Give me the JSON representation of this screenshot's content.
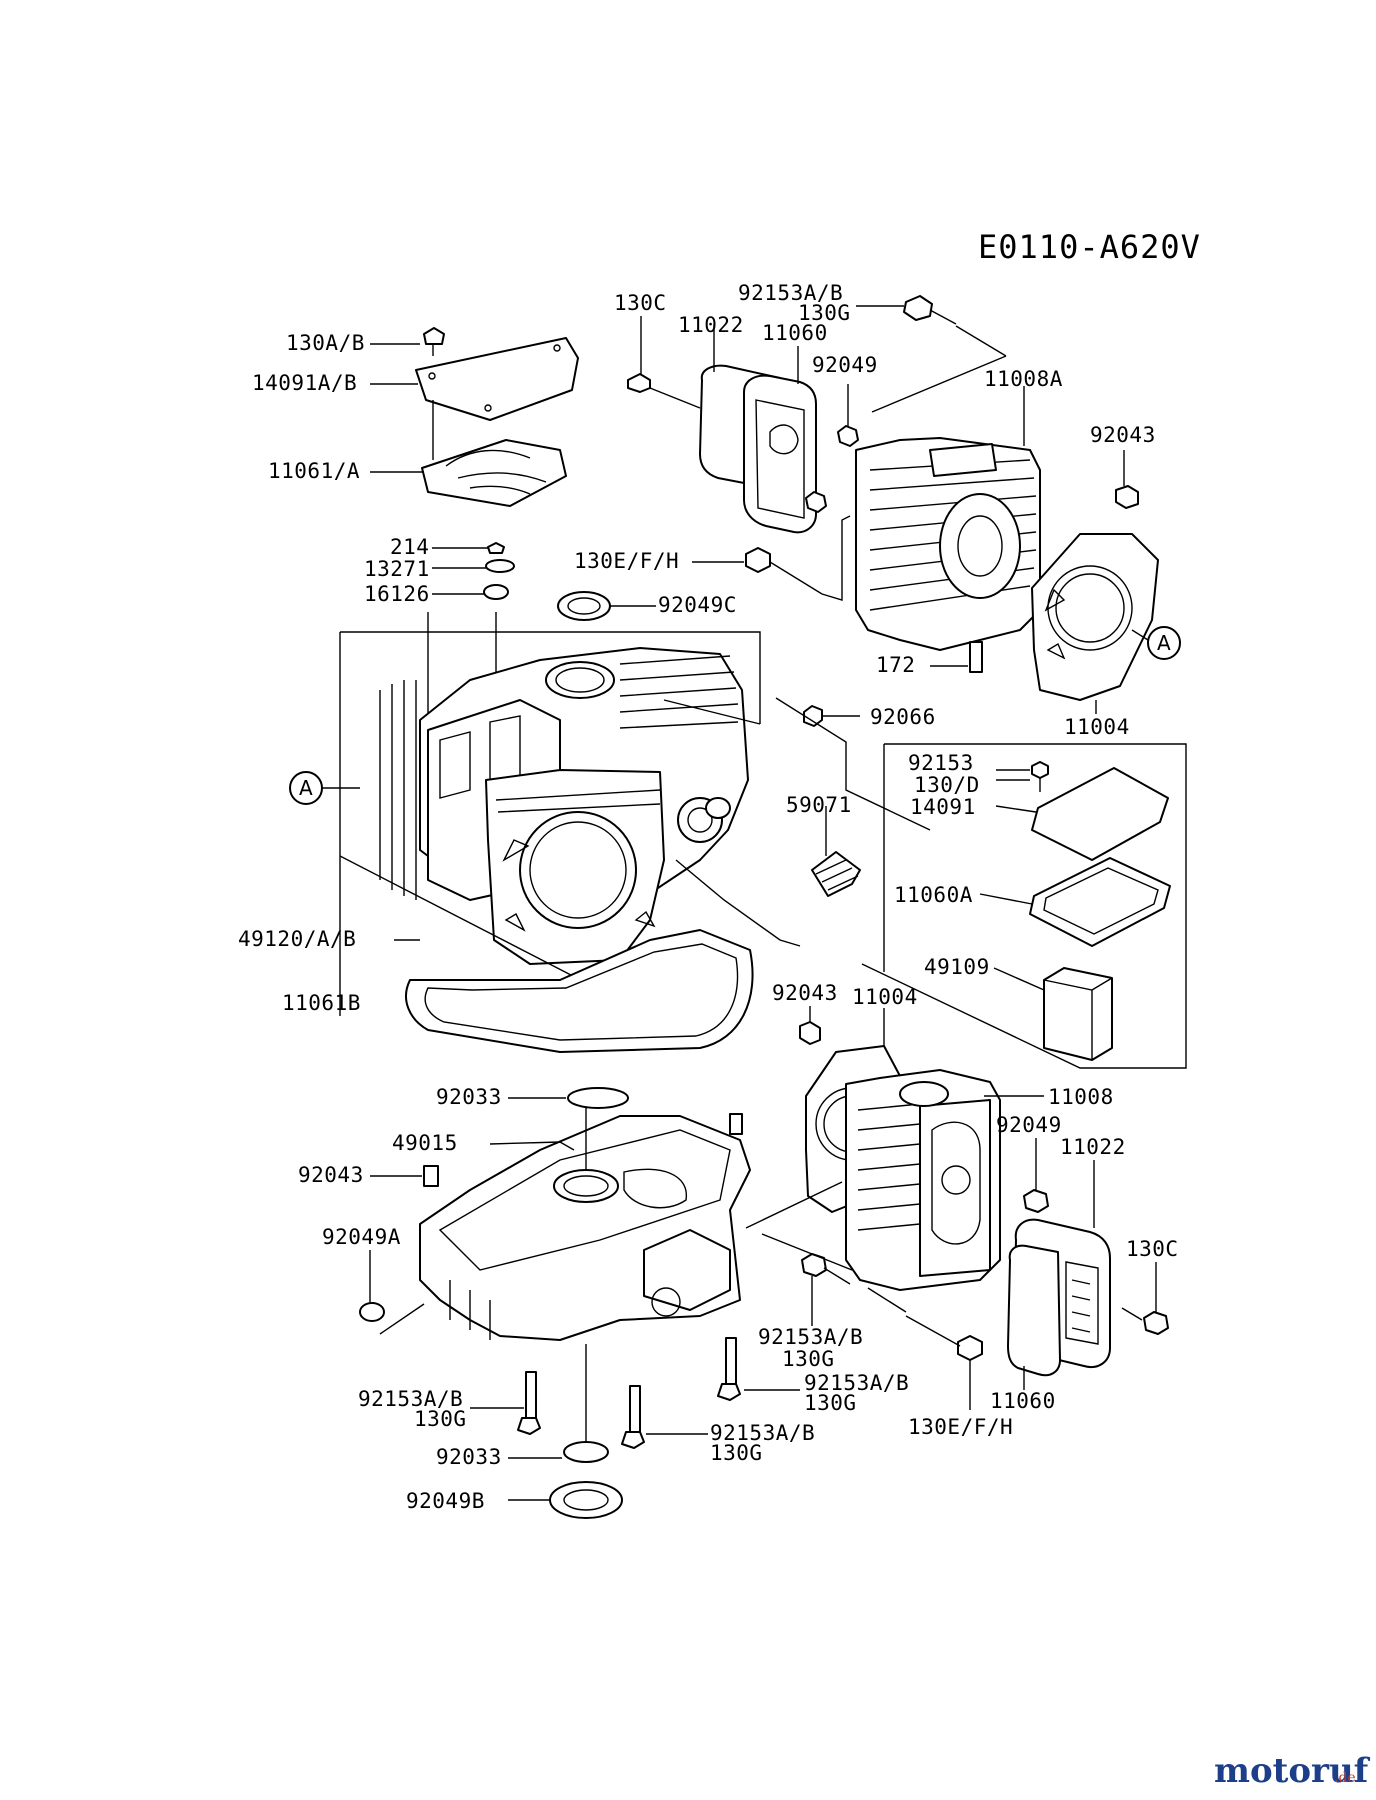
{
  "diagram_code": "E0110-A620V",
  "callout_marker": "A",
  "watermark": {
    "brand": "motoruf",
    "suffix": ".de",
    "color_main": "#1d3f8a",
    "color_accent": "#c0392b"
  },
  "labels": {
    "l130AB": "130A/B",
    "l14091AB": "14091A/B",
    "l11061A": "11061/A",
    "l214": "214",
    "l13271": "13271",
    "l16126": "16126",
    "l130C_top": "130C",
    "l11022_top": "11022",
    "l11060_top": "11060",
    "l92153AB_top": "92153A/B",
    "l130G_top": "130G",
    "l92049_top": "92049",
    "l11008A": "11008A",
    "l92043_top": "92043",
    "l130EFH_top": "130E/F/H",
    "l92049C": "92049C",
    "l172": "172",
    "l11004_top": "11004",
    "l92066": "92066",
    "l92153_box": "92153",
    "l130D_box": "130/D",
    "l14091_box": "14091",
    "l59071": "59071",
    "l11060A": "11060A",
    "l49109": "49109",
    "l49120": "49120/A/B",
    "l11061B": "11061B",
    "l92043_mid": "92043",
    "l11004_mid": "11004",
    "l11008": "11008",
    "l92033_top": "92033",
    "l49015": "49015",
    "l92049_bot": "92049",
    "l11022_bot": "11022",
    "l92043_left": "92043",
    "l92049A": "92049A",
    "l130C_bot": "130C",
    "l92153AB_a": "92153A/B",
    "l130G_a": "130G",
    "l92153AB_b": "92153A/B",
    "l130G_b": "130G",
    "l11060_bot": "11060",
    "l92153AB_c": "92153A/B",
    "l130G_c": "130G",
    "l130EFH_bot": "130E/F/H",
    "l92153AB_d": "92153A/B",
    "l130G_d": "130G",
    "l92033_bot": "92033",
    "l92049B": "92049B"
  }
}
